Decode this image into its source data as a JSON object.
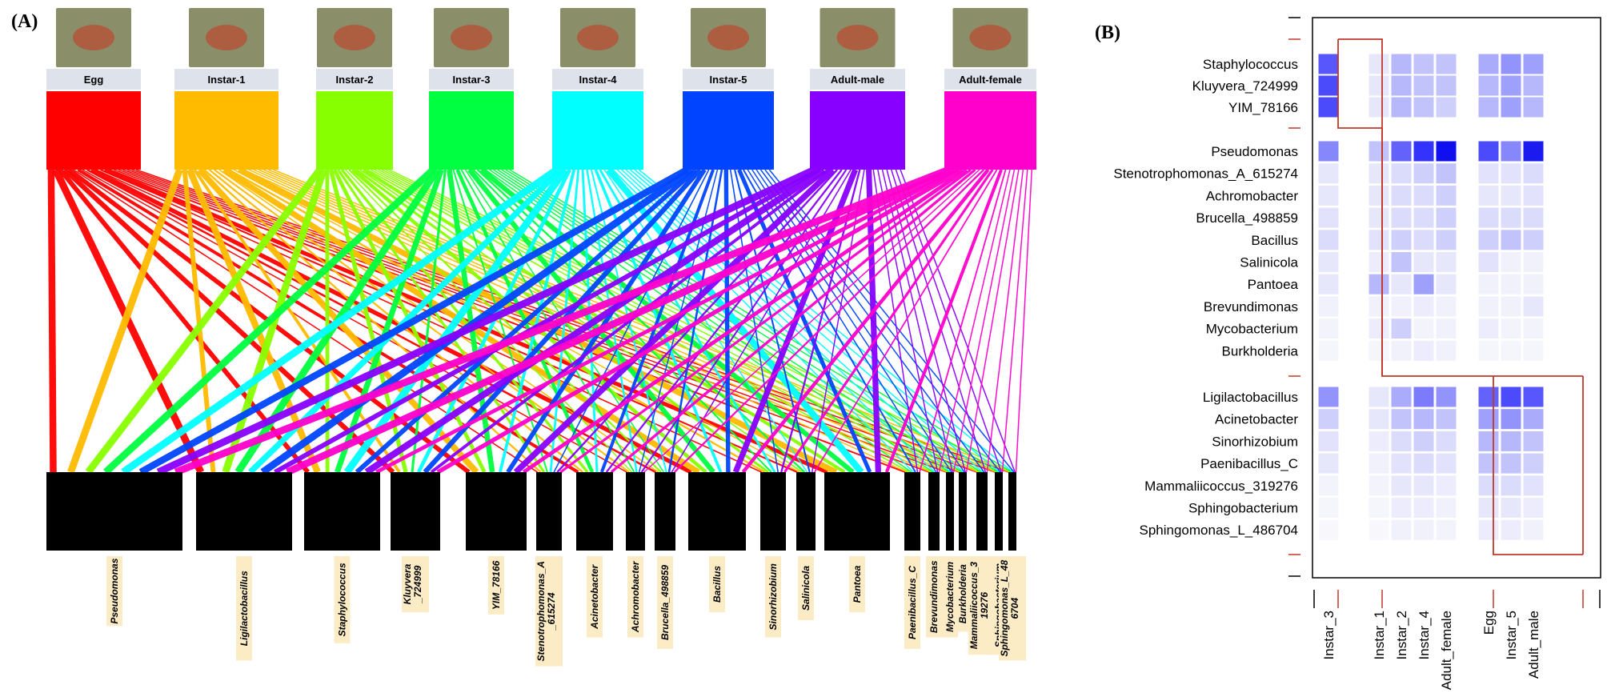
{
  "panel_a": {
    "label": "(A)",
    "stages": [
      {
        "label": "Egg",
        "color": "#ff0000"
      },
      {
        "label": "Instar-1",
        "color": "#ffbb00"
      },
      {
        "label": "Instar-2",
        "color": "#88ff00"
      },
      {
        "label": "Instar-3",
        "color": "#00ff40"
      },
      {
        "label": "Instar-4",
        "color": "#00ffff"
      },
      {
        "label": "Instar-5",
        "color": "#0044ff"
      },
      {
        "label": "Adult-male",
        "color": "#8800ff"
      },
      {
        "label": "Adult-female",
        "color": "#ff00cc"
      }
    ],
    "genera": [
      {
        "label": "Pseudomonas",
        "lines": [
          "Pseudomonas"
        ]
      },
      {
        "label": "Ligilactobacillus",
        "lines": [
          "Ligilactobacillus"
        ]
      },
      {
        "label": "Staphylococcus",
        "lines": [
          "Staphylococcus"
        ]
      },
      {
        "label": "Kluyvera_724999",
        "lines": [
          "Kluyvera",
          "_724999"
        ]
      },
      {
        "label": "YIM_78166",
        "lines": [
          "YIM_78166"
        ]
      },
      {
        "label": "Stenotrophomonas_A_615274",
        "lines": [
          "Stenotrophomonas_A",
          "_615274"
        ]
      },
      {
        "label": "Acinetobacter",
        "lines": [
          "Acinetobacter"
        ]
      },
      {
        "label": "Achromobacter",
        "lines": [
          "Achromobacter"
        ]
      },
      {
        "label": "Brucella_498859",
        "lines": [
          "Brucella_498859"
        ]
      },
      {
        "label": "Bacillus",
        "lines": [
          "Bacillus"
        ]
      },
      {
        "label": "Sinorhizobium",
        "lines": [
          "Sinorhizobium"
        ]
      },
      {
        "label": "Salinicola",
        "lines": [
          "Salinicola"
        ]
      },
      {
        "label": "Pantoea",
        "lines": [
          "Pantoea"
        ]
      },
      {
        "label": "Paenibacillus_C",
        "lines": [
          "Paenibacillus_C"
        ]
      },
      {
        "label": "Brevundimonas",
        "lines": [
          "Brevundimonas"
        ]
      },
      {
        "label": "Mycobacterium",
        "lines": [
          "Mycobacterium"
        ]
      },
      {
        "label": "Burkholderia",
        "lines": [
          "Burkholderia"
        ]
      },
      {
        "label": "Mammaliicoccus_319276",
        "lines": [
          "Mammaliicoccus_3",
          "19276"
        ]
      },
      {
        "label": "Sphingobacterium",
        "lines": [
          "Sphingobacterium"
        ]
      },
      {
        "label": "Sphingomonas_L_486704",
        "lines": [
          "Sphingomonas_L_48",
          "6704"
        ]
      }
    ]
  },
  "panel_b": {
    "label": "(B)",
    "rows": [
      "Staphylococcus",
      "Kluyvera_724999",
      "YIM_78166",
      "Pseudomonas",
      "Stenotrophomonas_A_615274",
      "Achromobacter",
      "Brucella_498859",
      "Bacillus",
      "Salinicola",
      "Pantoea",
      "Brevundimonas",
      "Mycobacterium",
      "Burkholderia",
      "Ligilactobacillus",
      "Acinetobacter",
      "Sinorhizobium",
      "Paenibacillus_C",
      "Mammaliicoccus_319276",
      "Sphingobacterium",
      "Sphingomonas_L_486704"
    ],
    "columns": [
      "Instar_3",
      "Instar_1",
      "Instar_2",
      "Instar_4",
      "Adult_female",
      "Egg",
      "Instar_5",
      "Adult_male"
    ],
    "values": [
      [
        0.7,
        0.1,
        0.3,
        0.25,
        0.25,
        0.35,
        0.45,
        0.4
      ],
      [
        0.75,
        0.1,
        0.3,
        0.25,
        0.25,
        0.3,
        0.4,
        0.3
      ],
      [
        0.75,
        0.1,
        0.3,
        0.25,
        0.2,
        0.3,
        0.4,
        0.3
      ],
      [
        0.5,
        0.25,
        0.65,
        0.85,
        1.0,
        0.75,
        0.5,
        0.95
      ],
      [
        0.1,
        0.1,
        0.15,
        0.2,
        0.25,
        0.12,
        0.12,
        0.15
      ],
      [
        0.1,
        0.1,
        0.15,
        0.15,
        0.2,
        0.1,
        0.1,
        0.12
      ],
      [
        0.12,
        0.1,
        0.15,
        0.15,
        0.2,
        0.15,
        0.15,
        0.15
      ],
      [
        0.15,
        0.12,
        0.2,
        0.15,
        0.2,
        0.2,
        0.25,
        0.2
      ],
      [
        0.1,
        0.08,
        0.25,
        0.1,
        0.1,
        0.12,
        0.06,
        0.06
      ],
      [
        0.1,
        0.3,
        0.1,
        0.4,
        0.1,
        0.06,
        0.06,
        0.06
      ],
      [
        0.06,
        0.06,
        0.06,
        0.08,
        0.06,
        0.06,
        0.06,
        0.1
      ],
      [
        0.05,
        0.08,
        0.2,
        0.05,
        0.06,
        0.08,
        0.05,
        0.05
      ],
      [
        0.04,
        0.04,
        0.06,
        0.08,
        0.06,
        0.04,
        0.04,
        0.04
      ],
      [
        0.45,
        0.1,
        0.35,
        0.55,
        0.45,
        0.65,
        0.75,
        0.7
      ],
      [
        0.2,
        0.1,
        0.25,
        0.3,
        0.25,
        0.4,
        0.45,
        0.35
      ],
      [
        0.12,
        0.08,
        0.15,
        0.2,
        0.15,
        0.3,
        0.3,
        0.25
      ],
      [
        0.1,
        0.06,
        0.12,
        0.15,
        0.12,
        0.25,
        0.25,
        0.2
      ],
      [
        0.05,
        0.05,
        0.1,
        0.1,
        0.08,
        0.15,
        0.15,
        0.12
      ],
      [
        0.04,
        0.04,
        0.08,
        0.08,
        0.06,
        0.1,
        0.1,
        0.08
      ],
      [
        0.03,
        0.03,
        0.06,
        0.06,
        0.05,
        0.08,
        0.08,
        0.06
      ]
    ]
  },
  "colors": {
    "heat_high": "#1010f0",
    "cluster_box": "#c0392b",
    "genus_label_bg": "#fbecc6",
    "stage_label_bg": "#dde2eb",
    "genus_block": "#000000"
  }
}
